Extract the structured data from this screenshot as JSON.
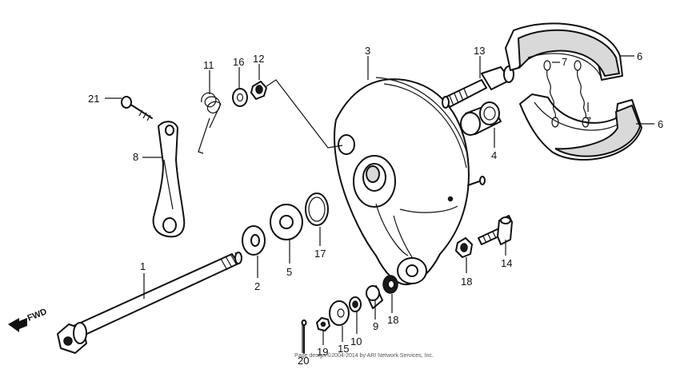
{
  "callouts": {
    "c1": "1",
    "c2": "2",
    "c3": "3",
    "c4": "4",
    "c5": "5",
    "c6a": "6",
    "c6b": "6",
    "c7a": "7",
    "c7b": "7",
    "c8": "8",
    "c9": "9",
    "c10": "10",
    "c11": "11",
    "c12": "12",
    "c13": "13",
    "c14": "14",
    "c15": "15",
    "c16": "16",
    "c17": "17",
    "c18a": "18",
    "c18b": "18",
    "c19": "19",
    "c20": "20",
    "c21": "21"
  },
  "fwd_label": "FWD",
  "copyright": "Page design ©2004-2014 by ARI Network Services, Inc."
}
